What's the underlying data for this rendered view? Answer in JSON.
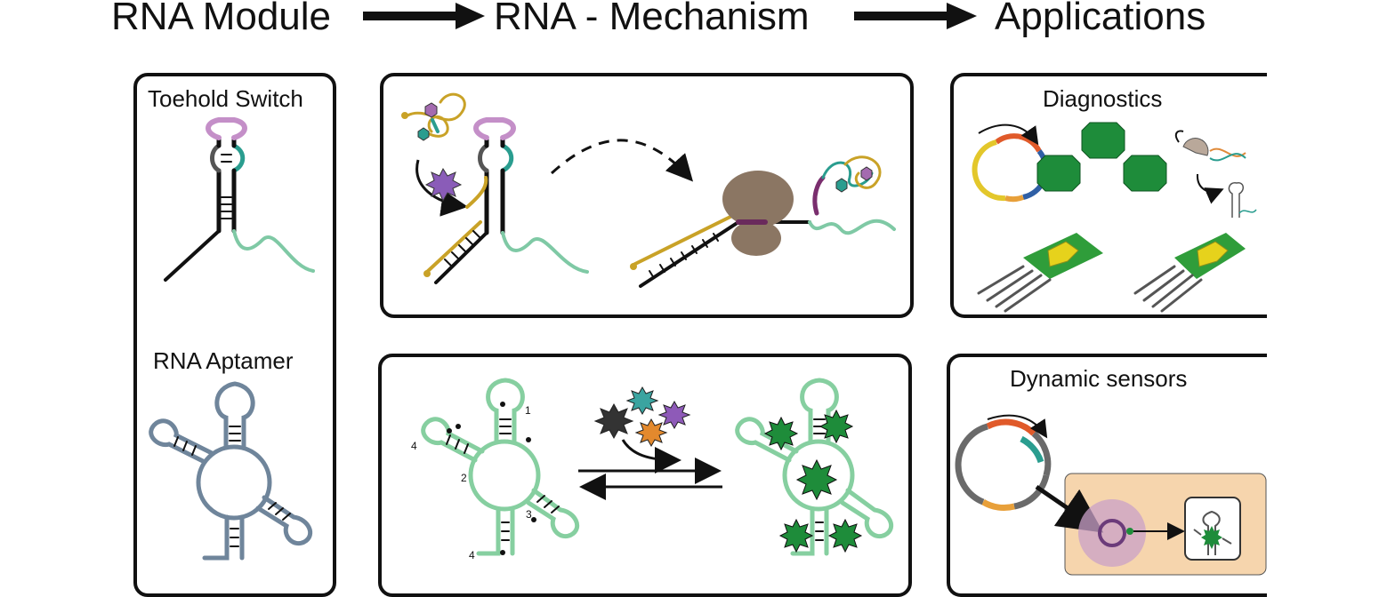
{
  "headers": {
    "module": "RNA Module",
    "mechanism": "RNA - Mechanism",
    "applications": "Applications"
  },
  "module_panel": {
    "toehold_label": "Toehold Switch",
    "aptamer_label": "RNA Aptamer"
  },
  "applications_panel": {
    "diagnostics_label": "Diagnostics",
    "dynamic_label": "Dynamic sensors"
  },
  "aptamer_site_numbers": [
    "1",
    "2",
    "3",
    "4",
    "4"
  ],
  "colors": {
    "toehold_loop": "#c48fc8",
    "toehold_rbs": "#2a9d8f",
    "trigger": "#c9a227",
    "output_rna": "#7fc9a5",
    "aptamer": "#6f859b",
    "aptamer_mechanism": "#86cfa0",
    "ribosome": "#8b7663",
    "protein_green": "#1e8c3a",
    "sensor_chip": "#2f9d3a",
    "sensor_gold": "#e6d21c",
    "cell_background": "#f6d5ad"
  }
}
